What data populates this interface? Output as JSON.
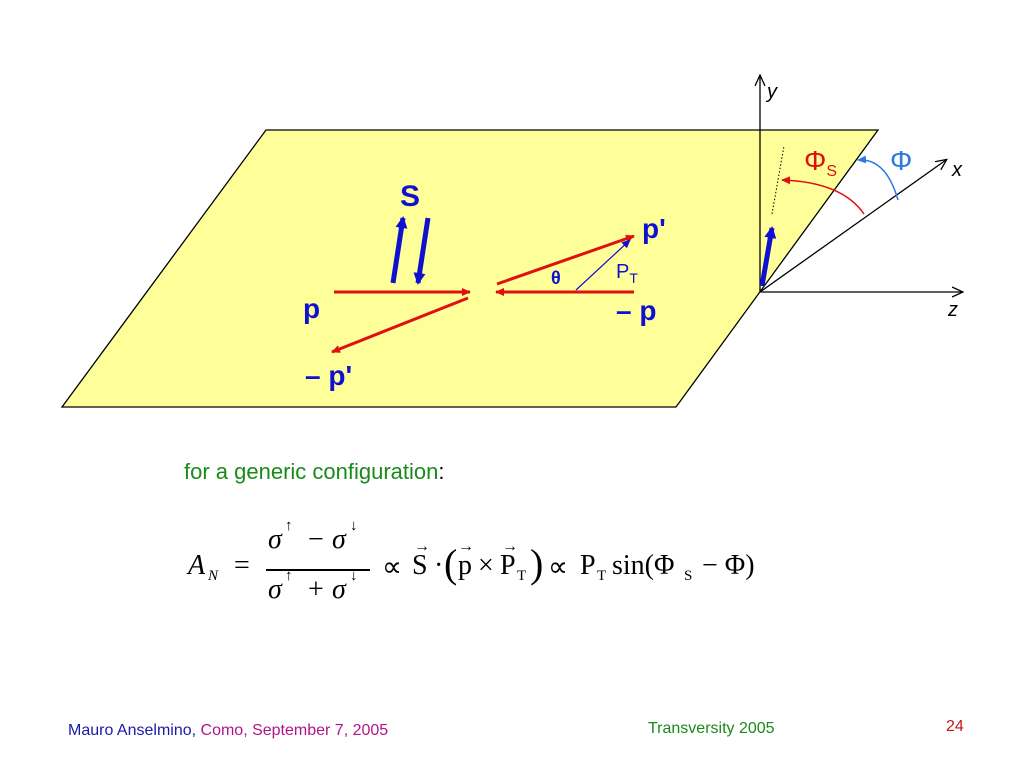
{
  "diagram": {
    "labels": {
      "s": "S",
      "p": "p",
      "anti_p_prime": "– p'",
      "p_prime": "p'",
      "anti_p": "– p",
      "theta": "θ",
      "pt_main": "P",
      "pt_sub": "T",
      "y_axis": "y",
      "x_axis": "x",
      "z_axis": "z",
      "phi_s_main": "Φ",
      "phi_s_sub": "S",
      "phi": "Φ"
    },
    "colors": {
      "plane_fill": "#ffff99",
      "plane_stroke": "#000000",
      "red_arrow": "#e01010",
      "blue_arrow": "#1010d0",
      "phi_s_color": "#e01010",
      "phi_color": "#2a7ae0",
      "thin_arrow": "#1010d0"
    }
  },
  "text": {
    "intro": "for a generic configuration",
    "intro_colon": ":"
  },
  "formula": {
    "a": "A",
    "a_sub": "N",
    "eq": "=",
    "num_sigma1": "σ",
    "num_up": "↑",
    "num_minus": "−",
    "num_sigma2": "σ",
    "num_down": "↓",
    "den_sigma1": "σ",
    "den_up": "↑",
    "den_plus": "+",
    "den_sigma2": "σ",
    "den_down": "↓",
    "prop1": "∝",
    "s_vec": "S",
    "dot": "·",
    "lparen": "(",
    "p_vec": "p",
    "cross": "×",
    "pt_vec": "P",
    "pt_vec_sub": "T",
    "rparen": ")",
    "prop2": "∝",
    "pt": "P",
    "pt_sub": "T",
    "sin": "sin(Φ",
    "sin_sub": "S",
    "tail": "− Φ)"
  },
  "footer": {
    "author": "Mauro Anselmino,",
    "place": "Como, September 7, 2005",
    "center": "Transversity 2005",
    "page": "24"
  }
}
